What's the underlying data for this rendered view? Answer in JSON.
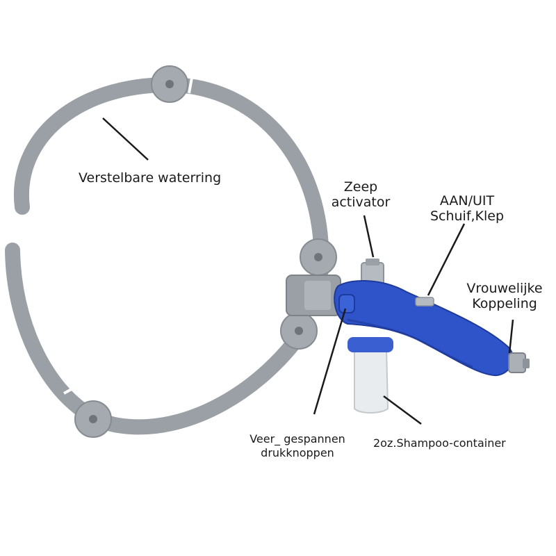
{
  "labels": {
    "ring": "Verstelbare waterring",
    "soap_activator": [
      "Zeep",
      "activator"
    ],
    "on_off": [
      "AAN/UIT",
      "Schuif,Klep"
    ],
    "coupling": [
      "Vrouwelijke",
      "Koppeling"
    ],
    "spring_buttons": [
      "Veer_ gespannen",
      "drukknoppen"
    ],
    "container": "2oz.Shampoo-container"
  },
  "colors": {
    "ring_gray": "#9aa0a6",
    "ring_dark": "#7c8288",
    "handle_blue": "#2f54c9",
    "handle_shadow": "#1e3a9a",
    "container": "#e9ecef",
    "text": "#1a1a1a"
  }
}
